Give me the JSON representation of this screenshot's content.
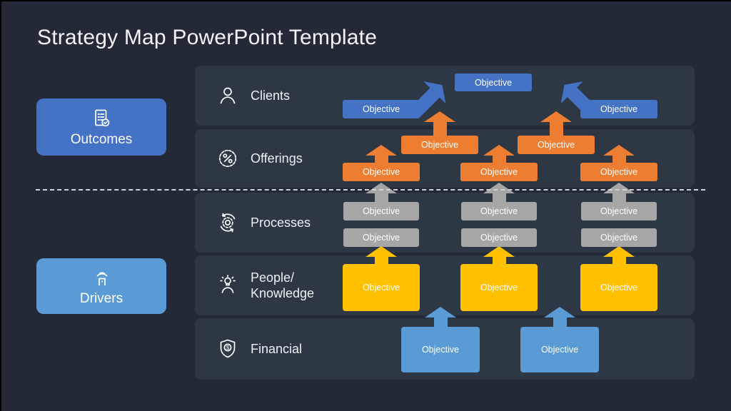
{
  "slide": {
    "title": "Strategy Map PowerPoint Template"
  },
  "sidebar": {
    "outcomes": {
      "label": "Outcomes",
      "icon": "checklist-check-icon",
      "color": "#4472C4"
    },
    "drivers": {
      "label": "Drivers",
      "icon": "beacon-icon",
      "color": "#5B9BD5"
    }
  },
  "divider": {
    "style": "dashed-horizontal",
    "separates": [
      "Outcomes",
      "Drivers"
    ]
  },
  "rows": [
    {
      "id": "clients",
      "label": "Clients",
      "icon": "person-icon",
      "box_color": "#4472C4",
      "boxes": {
        "top": "Objective",
        "left": "Objective",
        "right": "Objective"
      }
    },
    {
      "id": "offerings",
      "label": "Offerings",
      "icon": "percent-badge-icon",
      "box_color": "#ED7D31",
      "boxes": {
        "upper": [
          "Objective",
          "Objective"
        ],
        "lower": [
          "Objective",
          "Objective",
          "Objective"
        ]
      }
    },
    {
      "id": "processes",
      "label": "Processes",
      "icon": "process-gear-icon",
      "box_color": "#A6A6A6",
      "boxes": {
        "upper": [
          "Objective",
          "Objective",
          "Objective"
        ],
        "lower": [
          "Objective",
          "Objective",
          "Objective"
        ]
      }
    },
    {
      "id": "people-knowledge",
      "label_line1": "People/",
      "label_line2": "Knowledge",
      "icon": "idea-person-icon",
      "box_color": "#FFC000",
      "boxes": [
        "Objective",
        "Objective",
        "Objective"
      ]
    },
    {
      "id": "financial",
      "label": "Financial",
      "icon": "shield-dollar-icon",
      "box_color": "#5B9BD5",
      "boxes": [
        "Objective",
        "Objective"
      ]
    }
  ]
}
